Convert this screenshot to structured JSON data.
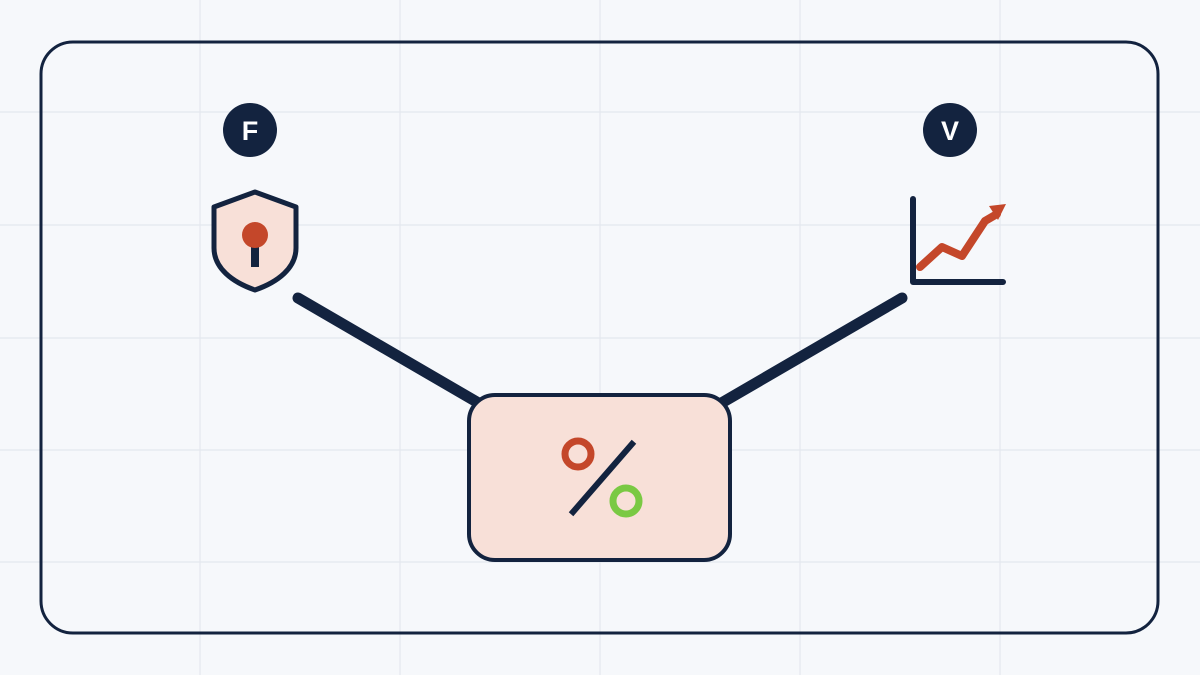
{
  "diagram": {
    "colors": {
      "background": "#f6f8fb",
      "grid": "#e4e8ee",
      "ink": "#13233f",
      "accent": "#c4472a",
      "hub_fill": "#f8e0d8",
      "shield_fill": "#f8e0d8",
      "green": "#7ac943",
      "badge_text": "#ffffff"
    },
    "nodes": [
      {
        "id": "left",
        "badge_label": "F",
        "icon": "shield-keyhole-icon"
      },
      {
        "id": "right",
        "badge_label": "V",
        "icon": "trend-chart-icon"
      },
      {
        "id": "center",
        "icon": "percent-icon"
      }
    ],
    "edges": [
      {
        "from": "left",
        "to": "center"
      },
      {
        "from": "right",
        "to": "center"
      }
    ]
  }
}
